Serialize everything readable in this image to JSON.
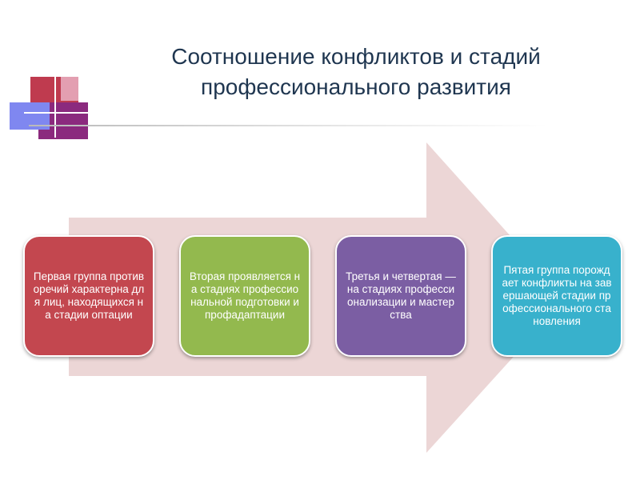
{
  "slide": {
    "title_line1": "Соотношение конфликтов и стадий",
    "title_line2": "профессионального развития"
  },
  "stages": [
    {
      "text": "Первая группа противоречий характерна для лиц, находящихся на стадии оптации",
      "color": "#c3474f"
    },
    {
      "text": "Вторая проявляется на стадиях профессиональной подготовки и профадаптации",
      "color": "#93b94e"
    },
    {
      "text": "Третья и четвертая — на стадиях профессионализации и мастерства",
      "color": "#7b5ea3"
    },
    {
      "text": "Пятая группа порождает конфликты на завершающей стадии профессионального становления",
      "color": "#38b1cc"
    }
  ],
  "colors": {
    "title": "#1f3650",
    "arrow": "#ecd6d6",
    "deco_red": "#bf3b4f",
    "deco_purple": "#8b2a7e",
    "deco_blue": "#7f87f0"
  }
}
